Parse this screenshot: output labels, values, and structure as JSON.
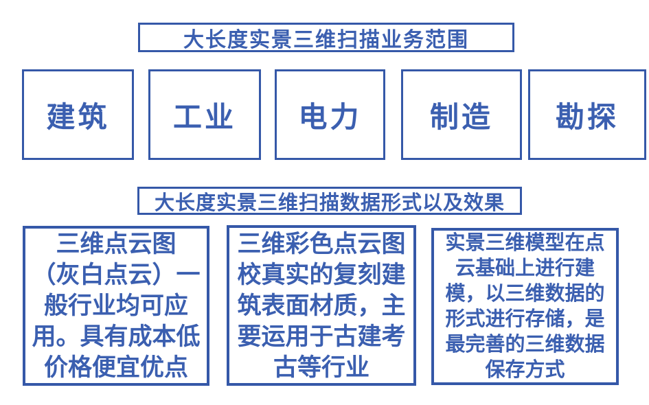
{
  "colors": {
    "primary_blue": "#3b5fb0",
    "border_blue": "#3558a8",
    "background": "#ffffff"
  },
  "section1": {
    "title": "大长度实景三维扫描业务范围",
    "industries": [
      "建筑",
      "工业",
      "电力",
      "制造",
      "勘探"
    ]
  },
  "section2": {
    "title": "大长度实景三维扫描数据形式以及效果",
    "items": [
      {
        "lines": [
          "三维点云图",
          "（灰白点云）一",
          "般行业均可应",
          "用。具有成本低",
          "价格便宜优点"
        ]
      },
      {
        "lines": [
          "三维彩色点云图",
          "校真实的复刻建",
          "筑表面材质，主",
          "要运用于古建考",
          "古等行业"
        ]
      },
      {
        "lines": [
          "实景三维模型在点",
          "云基础上进行建",
          "模，以三维数据的",
          "形式进行存储，是",
          "最完善的三维数据",
          "保存方式"
        ]
      }
    ]
  }
}
